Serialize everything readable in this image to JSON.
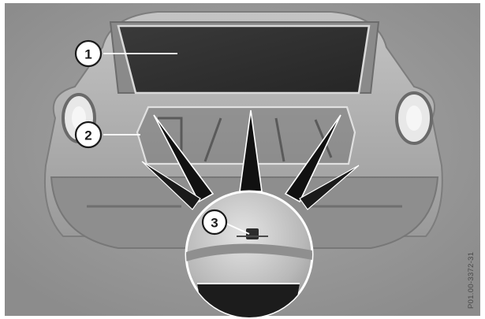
{
  "figure": {
    "callouts": [
      {
        "label": "1"
      },
      {
        "label": "2"
      },
      {
        "label": "3"
      }
    ],
    "reference_code": "P01.00-3372-31"
  }
}
